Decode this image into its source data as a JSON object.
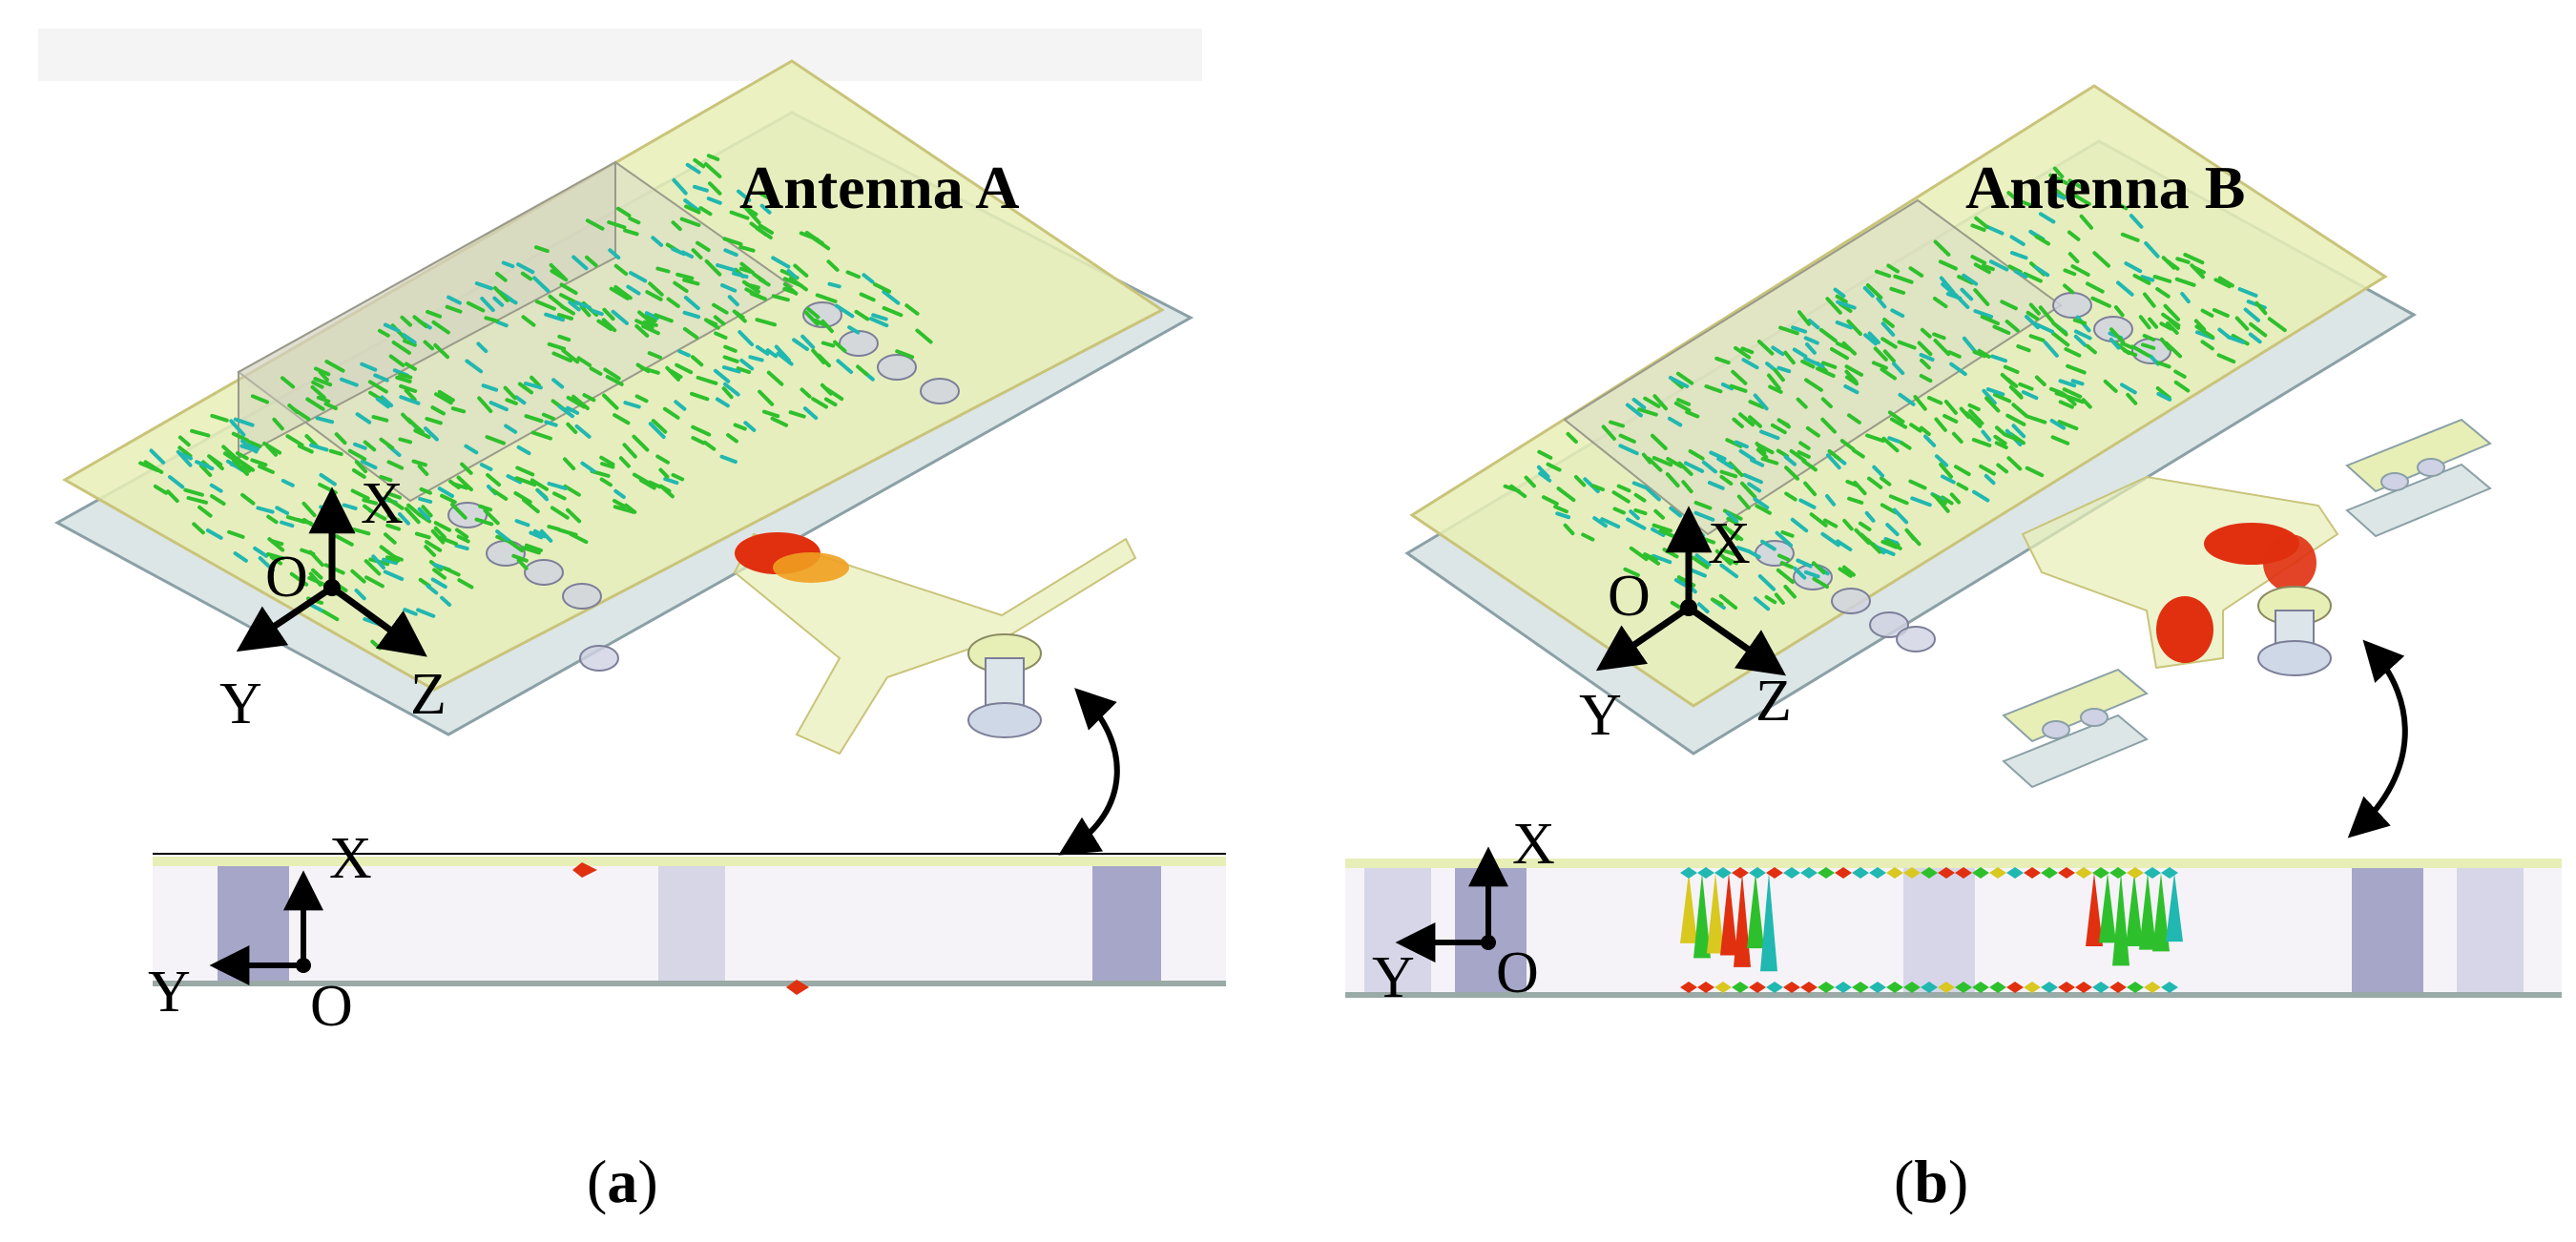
{
  "panels": [
    {
      "title": "Antenna A",
      "axes_3d": {
        "x": "X",
        "origin": "O",
        "y": "Y",
        "z": "Z"
      },
      "axes_2d": {
        "x": "X",
        "y": "Y",
        "origin": "O"
      },
      "caption": {
        "open": "(",
        "letter": "a",
        "close": ")"
      }
    },
    {
      "title": "Antenna B",
      "axes_3d": {
        "x": "X",
        "origin": "O",
        "y": "Y",
        "z": "Z"
      },
      "axes_2d": {
        "x": "X",
        "y": "Y",
        "origin": "O"
      },
      "caption": {
        "open": "(",
        "letter": "b",
        "close": ")"
      }
    }
  ],
  "colors": {
    "board_top": "#eaeeb4",
    "board_top_edge": "#c9c47a",
    "board_bottom": "#dce6e6",
    "board_bottom_edge": "#8aa0a6",
    "via": "#b6b8d8",
    "vector_low": "#20b8b0",
    "vector_mid": "#2ec02c",
    "vector_high": "#e03010"
  }
}
